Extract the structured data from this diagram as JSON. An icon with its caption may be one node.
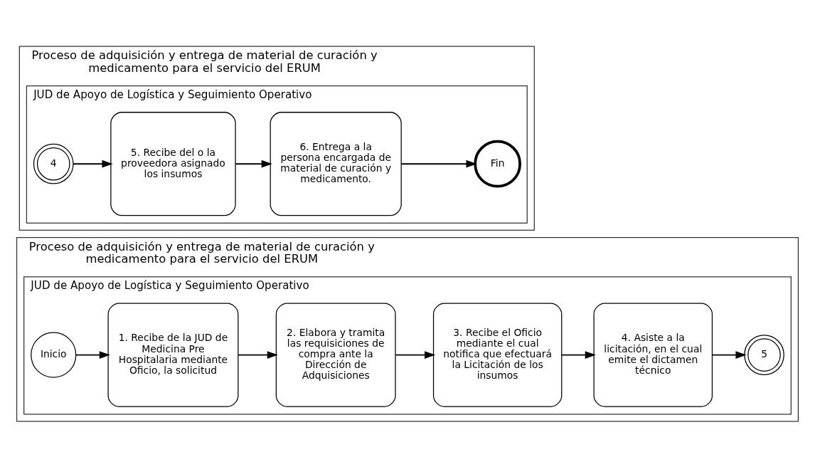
{
  "diagram": {
    "nodes": [
      {
        "text": [
          "Proceso de adquisición y entrega de material de curación y medicamento para el servicio del ERUM"
        ]
      },
      {
        "text": [
          "JUD de Apoyo de Logística y Seguimiento Operativo"
        ],
        "in": 0
      },
      {
        "text": [
          "Inicio"
        ],
        "in": 1
      },
      {
        "text": [
          "1. Recibe de la JUD de Medicina Pre Hospitalaria mediante Oficio, la solicitud"
        ],
        "in": 1
      },
      {
        "text": [
          "2. Elabora y tramita las requisiciones de compra ante la Dirección de Adquisiciones"
        ],
        "in": 1
      },
      {
        "text": [
          "3. Recibe el Oficio mediante el cual notifica que efectuará la Licitación de los insumos"
        ],
        "in": 1
      },
      {
        "text": [
          "4. Asiste a la licitación, en el cual emite el dictamen técnico"
        ],
        "in": 1
      },
      {
        "text": [
          "5"
        ],
        "in": 1
      },
      {
        "text": [
          "Proceso de adquisición y entrega de material de curación y medicamento para el servicio del ERUM"
        ]
      },
      {
        "text": [
          "JUD de Apoyo de Logística y Seguimiento Operativo"
        ],
        "in": 8
      },
      {
        "text": [
          "4"
        ],
        "in": 9
      },
      {
        "text": [
          "5. Recibe del o la proveedora asignado los insumos"
        ],
        "in": 9
      },
      {
        "text": [
          "6. Entrega a la persona encargada de material de curación y medicamento."
        ],
        "in": 9
      },
      {
        "text": [
          "Fin"
        ],
        "in": 9
      }
    ],
    "edges": [
      {
        "from": 2,
        "to": 3,
        "arrow": "to"
      },
      {
        "from": 3,
        "to": 4,
        "arrow": "to"
      },
      {
        "from": 4,
        "to": 5,
        "arrow": "to"
      },
      {
        "from": 5,
        "to": 6,
        "arrow": "to"
      },
      {
        "from": 6,
        "to": 7,
        "arrow": "to"
      },
      {
        "from": 10,
        "to": 11,
        "arrow": "to"
      },
      {
        "from": 11,
        "to": 12,
        "arrow": "to"
      },
      {
        "from": 12,
        "to": 13,
        "arrow": "to"
      }
    ]
  }
}
